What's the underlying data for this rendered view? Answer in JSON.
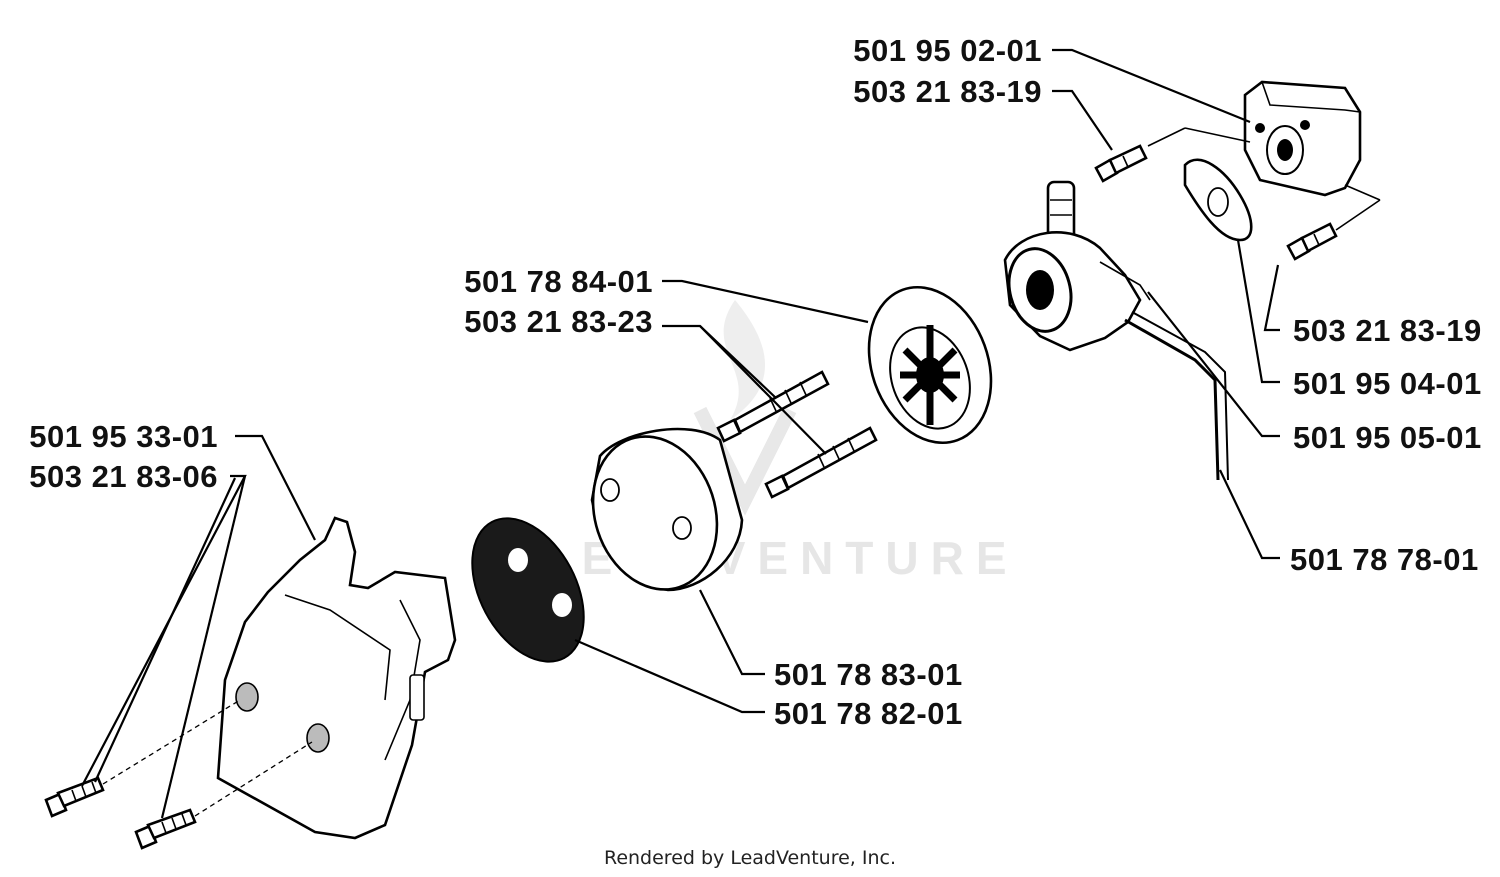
{
  "labels": {
    "p_501_95_02_01": "501 95 02-01",
    "p_503_21_83_19_top": "503 21 83-19",
    "p_503_21_83_19_right": "503 21 83-19",
    "p_501_95_04_01": "501 95 04-01",
    "p_501_95_05_01": "501 95 05-01",
    "p_501_78_78_01": "501 78 78-01",
    "p_501_78_84_01": "501 78 84-01",
    "p_503_21_83_23": "503 21 83-23",
    "p_501_95_33_01": "501 95 33-01",
    "p_503_21_83_06": "503 21 83-06",
    "p_501_78_83_01": "501 78 83-01",
    "p_501_78_82_01": "501 78 82-01"
  },
  "watermark": "LEADVENTURE",
  "footer": "Rendered by LeadVenture, Inc."
}
